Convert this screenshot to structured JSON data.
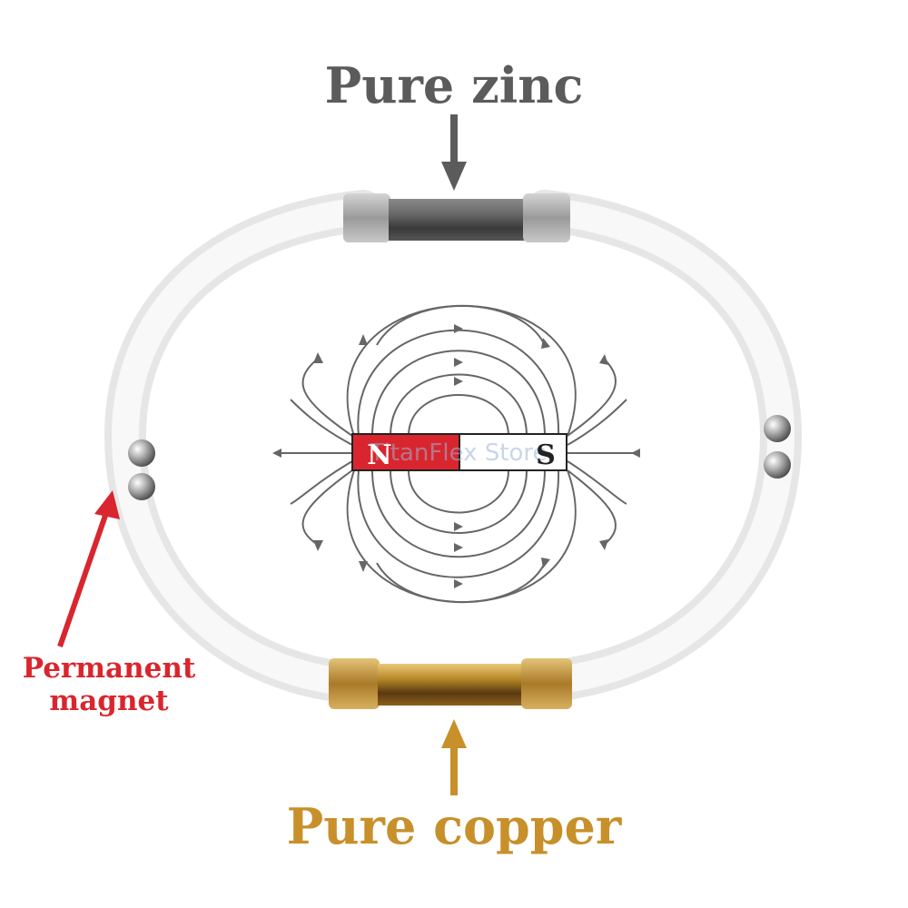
{
  "labels": {
    "zinc": "Pure zinc",
    "copper": "Pure copper",
    "magnet_line1": "Permanent",
    "magnet_line2": "magnet"
  },
  "magnet_bar": {
    "north": "N",
    "south": "S",
    "watermark": "TitanFlex Store"
  },
  "colors": {
    "zinc_text": "#5b5b5b",
    "copper_text": "#c8902a",
    "magnet_text": "#d9262e",
    "north_pole": "#d9262e",
    "field_lines": "#666666"
  }
}
